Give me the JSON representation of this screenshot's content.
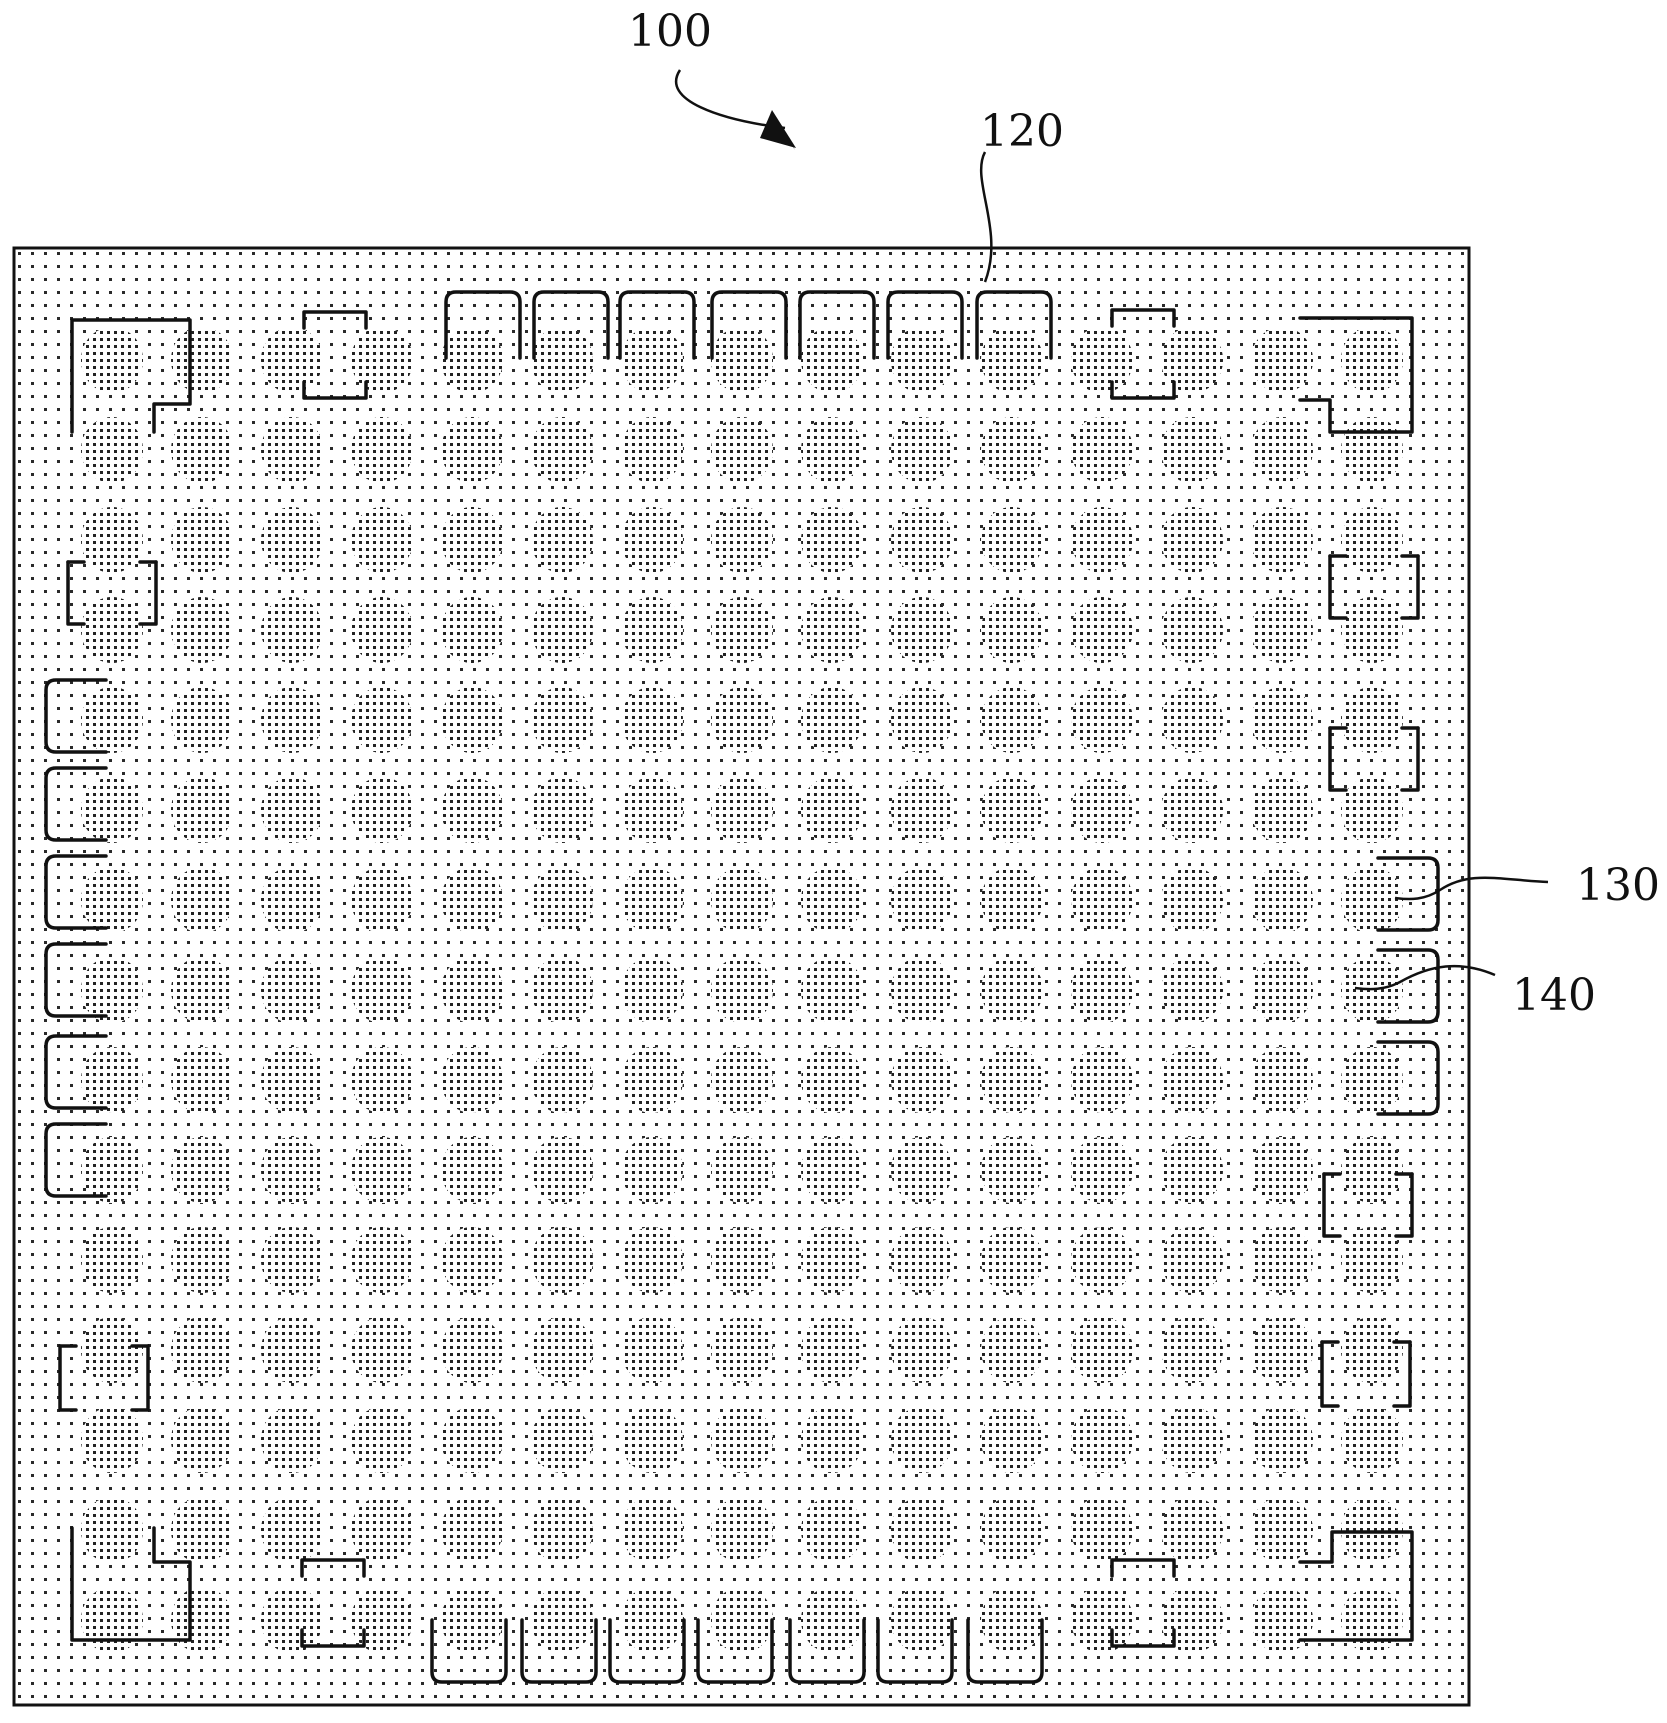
{
  "figure": {
    "reference_labels": {
      "package": "100",
      "top_pad": "120",
      "side_pad": "130",
      "ball": "140"
    },
    "ball_grid": {
      "rows": 15,
      "columns": 15
    },
    "top_pad_count": 7,
    "bottom_pad_count": 7,
    "left_pad_count": 6,
    "right_pad_count": 3,
    "colors": {
      "ink": "#111111",
      "background": "#ffffff",
      "substrate_dots": "#2a2a2a",
      "ball_dots": "#222222"
    }
  }
}
